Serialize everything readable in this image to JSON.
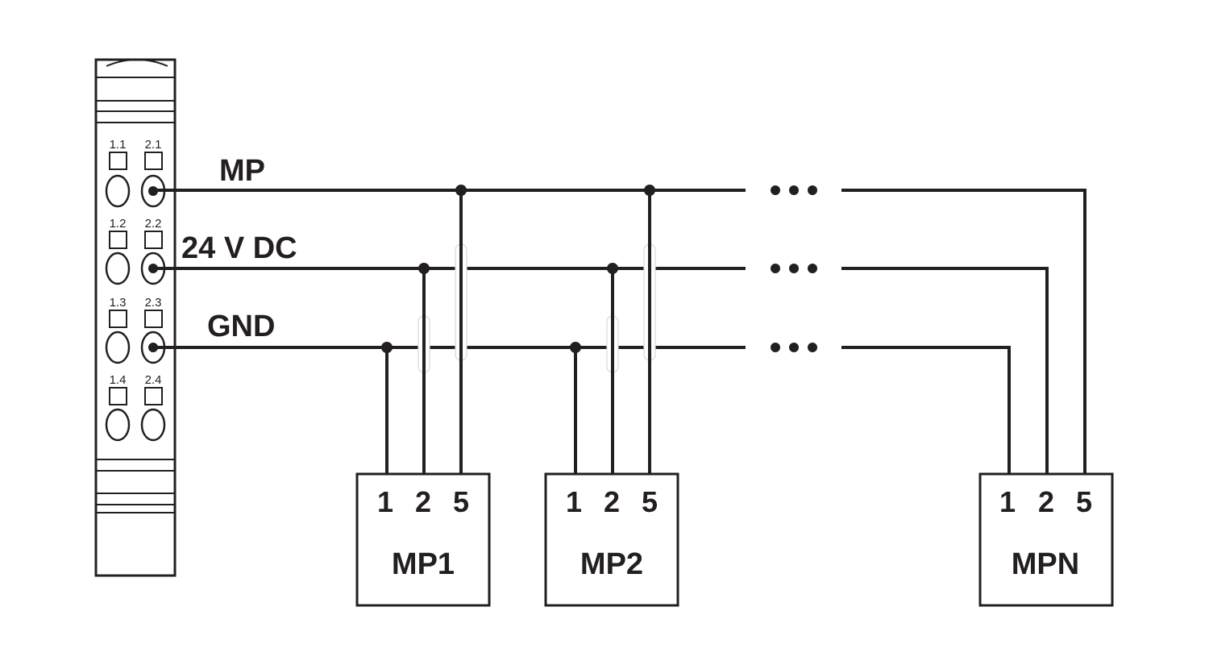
{
  "colors": {
    "ink": "#231f20",
    "background": "#ffffff"
  },
  "module": {
    "terminals": [
      "1.1",
      "2.1",
      "1.2",
      "2.2",
      "1.3",
      "2.3",
      "1.4",
      "2.4"
    ]
  },
  "lines": {
    "mp": "MP",
    "vdc": "24 V DC",
    "gnd": "GND"
  },
  "devices": [
    {
      "name": "MP1",
      "pins": [
        "1",
        "2",
        "5"
      ]
    },
    {
      "name": "MP2",
      "pins": [
        "1",
        "2",
        "5"
      ]
    },
    {
      "name": "MPN",
      "pins": [
        "1",
        "2",
        "5"
      ]
    }
  ]
}
